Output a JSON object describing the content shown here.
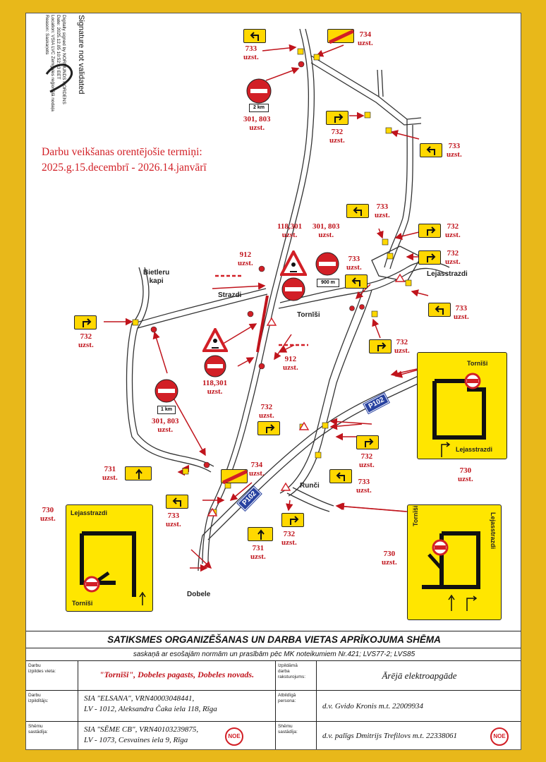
{
  "colors": {
    "frame": "#e8b81a",
    "sign_yellow": "#ffd800",
    "red": "#d21f26",
    "route_blue": "#2842a0"
  },
  "signature": {
    "title": "Signature not validated",
    "lines": [
      "Digitally signed by NORMUNDS NORDENS",
      "Date: 2025.12.05 10:52:03 EET",
      "Location: VSIA LVC Zemgales reģionālā nodaļa",
      "Reason: Saskaņots"
    ]
  },
  "term": {
    "line1": "Darbu veikšanas orentējošie termiņi:",
    "line2": "2025.g.15.decembrī - 2026.14.janvārī"
  },
  "places": {
    "bietleru": "Bietleru\nkapi",
    "strazdi": "Strazdi",
    "tornisi": "Tornīši",
    "lejasstrazdi": "Lejasstrazdi",
    "runci": "Runči",
    "dobele": "Dobele"
  },
  "route": "P102",
  "plates": {
    "p2km": "2 km",
    "p900": "900 m",
    "p1km": "1 km"
  },
  "labels": {
    "l733a": "733\nuzst.",
    "l734a": "734\nuzst.",
    "l301a": "301, 803\nuzst.",
    "l732a": "732\nuzst.",
    "l733b": "733\nuzst.",
    "l118a": "118,301\nuzst.",
    "l301b": "301, 803\nuzst.",
    "l733c": "733\nuzst.",
    "l732b": "732\nuzst.",
    "l732c": "732\nuzst.",
    "l733d": "733\nuzst.",
    "l912a": "912\nuzst.",
    "l732d": "732\nuzst.",
    "l118b": "118,301\nuzst.",
    "l912b": "912\nuzst.",
    "l732e": "732\nuzst.",
    "l301c": "301, 803\nuzst.",
    "l732f": "732\nuzst.",
    "l731a": "731\nuzst.",
    "l734b": "734\nuzst.",
    "l733e": "733\nuzst.",
    "l730a": "730\nuzst.",
    "l733f": "733\nuzst.",
    "l731b": "731\nuzst.",
    "l732g": "732\nuzst.",
    "l730b": "730\nuzst.",
    "l730c": "730\nuzst."
  },
  "big_signs": {
    "left_top": "Lejasstrazdi",
    "left_bottom": "Tornīši",
    "right_top": "Tornīši",
    "right_bottom": "Lejasstrazdi",
    "br_left": "Tornīši",
    "br_right": "Lejasstrazdi"
  },
  "table": {
    "title": "SATIKSMES ORGANIZĒŠANAS UN DARBA VIETAS APRĪKOJUMA SHĒMA",
    "subtitle": "saskaņā ar esošajām normām un prasībām pēc MK noteikumiem Nr.421; LVS77-2; LVS85",
    "k_place": "Darbu\nizpildes vieta:",
    "v_place": "\"Tornīši\",  Dobeles pagasts, Dobeles novads.",
    "k_desc": "Izpildāmā\ndarba\nraksturojums:",
    "v_desc": "Ārējā elektroapgāde",
    "k_exec": "Darbu\nizpildītājs:",
    "v_exec": "SIA \"ELSANA\", VRN40003048441,\nLV - 1012, Aleksandra Čaka iela 118, Rīga",
    "k_resp": "Atbildīgā\npersona:",
    "v_resp": "d.v. Gvido Kronis m.t. 22009934",
    "k_author": "Shēmu\nsastādīja:",
    "v_author": "SIA \"SĒME CB\", VRN40103239875,\nLV - 1073, Cesvaines iela 9, Rīga",
    "k_author2": "Shēmu\nsastādīja:",
    "v_author2": "d.v. palīgs Dmitrijs Trefilovs m.t. 22338061",
    "stamp": "NOE"
  }
}
